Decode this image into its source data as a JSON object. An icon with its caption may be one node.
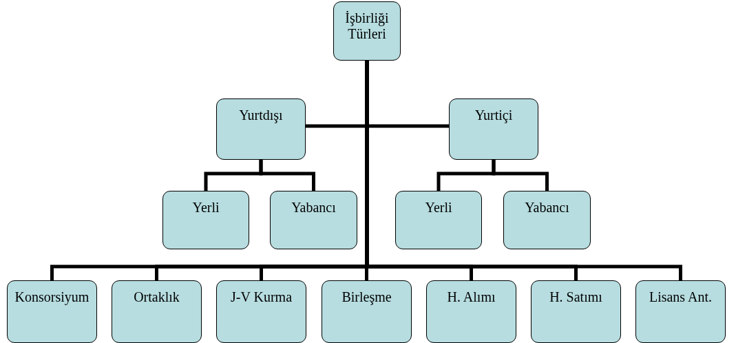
{
  "diagram": {
    "nodes": [
      {
        "text": [
          "İşbirliği Türleri"
        ]
      },
      {
        "text": [
          "Yurtdışı"
        ]
      },
      {
        "text": [
          "Yurtiçi"
        ]
      },
      {
        "text": [
          "Yerli"
        ]
      },
      {
        "text": [
          "Yabancı"
        ]
      },
      {
        "text": [
          "Yerli"
        ]
      },
      {
        "text": [
          "Yabancı"
        ]
      },
      {
        "text": [
          "Konsorsiyum"
        ]
      },
      {
        "text": [
          "Ortaklık"
        ]
      },
      {
        "text": [
          "J-V Kurma"
        ]
      },
      {
        "text": [
          "Birleşme"
        ]
      },
      {
        "text": [
          "H. Alımı"
        ]
      },
      {
        "text": [
          "H. Satımı"
        ]
      },
      {
        "text": [
          "Lisans Ant."
        ]
      }
    ],
    "edges": [
      {
        "from": 0,
        "to": 1,
        "arrow": "none"
      },
      {
        "from": 0,
        "to": 2,
        "arrow": "none"
      },
      {
        "from": 1,
        "to": 3,
        "arrow": "none"
      },
      {
        "from": 1,
        "to": 4,
        "arrow": "none"
      },
      {
        "from": 2,
        "to": 5,
        "arrow": "none"
      },
      {
        "from": 2,
        "to": 6,
        "arrow": "none"
      },
      {
        "from": 0,
        "to": 7,
        "arrow": "none"
      },
      {
        "from": 0,
        "to": 8,
        "arrow": "none"
      },
      {
        "from": 0,
        "to": 9,
        "arrow": "none"
      },
      {
        "from": 0,
        "to": 10,
        "arrow": "none"
      },
      {
        "from": 0,
        "to": 11,
        "arrow": "none"
      },
      {
        "from": 0,
        "to": 12,
        "arrow": "none"
      },
      {
        "from": 0,
        "to": 13,
        "arrow": "none"
      }
    ]
  }
}
